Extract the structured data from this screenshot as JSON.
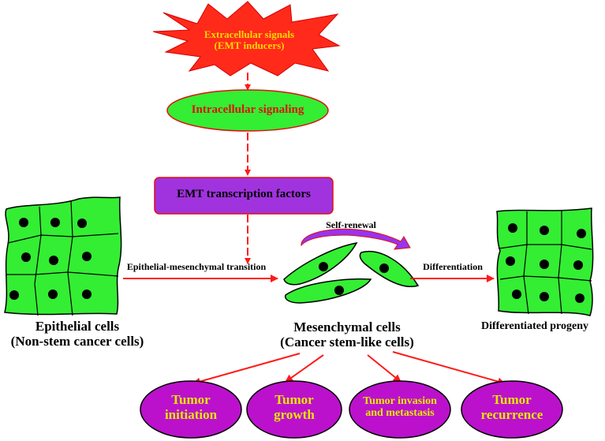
{
  "nodes": {
    "extracellular": {
      "line1": "Extracellular signals",
      "line2": "(EMT inducers)"
    },
    "intracellular": "Intracellular signaling",
    "emt_tf": "EMT transcription factors"
  },
  "edges": {
    "emt_transition": "Epithelial-mesenchymal transition",
    "self_renewal": "Self-renewal",
    "differentiation": "Differentiation"
  },
  "cells": {
    "epithelial": {
      "line1": "Epithelial cells",
      "line2": "(Non-stem cancer cells)"
    },
    "mesenchymal": {
      "line1": "Mesenchymal cells",
      "line2": "(Cancer stem-like cells)"
    },
    "differentiated": "Differentiated progeny"
  },
  "outcomes": [
    {
      "line1": "Tumor",
      "line2": "initiation"
    },
    {
      "line1": "Tumor",
      "line2": "growth"
    },
    {
      "line1": "Tumor invasion",
      "line2": "and metastasis"
    },
    {
      "line1": "Tumor",
      "line2": "recurrence"
    }
  ],
  "colors": {
    "arrow": "#ff1a1a",
    "cell_fill": "#33ee33",
    "tf_fill": "#a033dd",
    "outcome_fill": "#bb11cc",
    "burst_fill": "#ff2a1a",
    "outcome_text": "#e8e800"
  }
}
